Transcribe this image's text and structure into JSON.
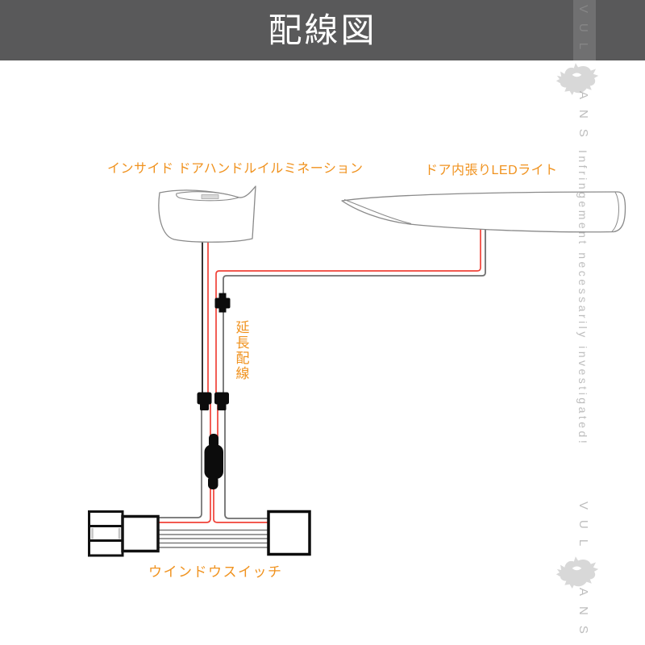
{
  "header": {
    "title": "配線図"
  },
  "watermark": {
    "brand_prefix": "VUL",
    "brand_suffix": "ANS",
    "notice": "Infringement necessarily investigated!"
  },
  "diagram": {
    "handle_label": "インサイド ドアハンドルイルミネーション",
    "led_label": "ドア内張りLEDライト",
    "extension_label": "延長配線",
    "switch_label": "ウインドウスイッチ"
  },
  "colors": {
    "header_bg": "#59595a",
    "accent_orange": "#f0921e",
    "wire_red": "#f04238",
    "wire_black": "#1e1e1e",
    "wire_gray": "#7a7a7a",
    "outline_gray": "#8a8a8a",
    "watermark_gray": "#cbcbcb"
  }
}
